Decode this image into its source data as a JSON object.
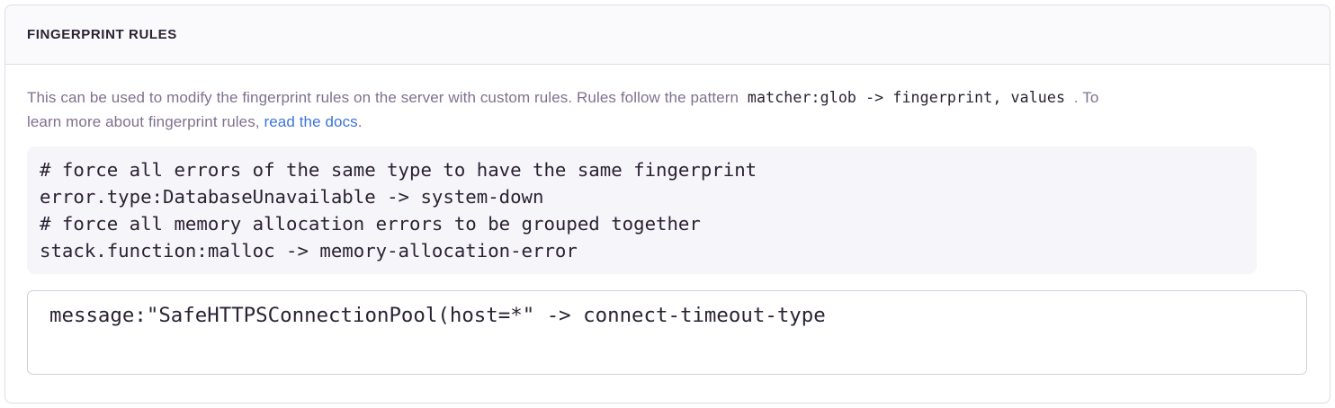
{
  "panel": {
    "title": "FINGERPRINT RULES",
    "description": {
      "part1": "This can be used to modify the fingerprint rules on the server with custom rules. Rules follow the pattern",
      "inline_code": "matcher:glob -> fingerprint, values",
      "part2": ". To",
      "part3": "learn more about fingerprint rules,",
      "link_label": "read the docs",
      "part4": "."
    },
    "code_example": "# force all errors of the same type to have the same fingerprint\nerror.type:DatabaseUnavailable -> system-down\n# force all memory allocation errors to be grouped together\nstack.function:malloc -> memory-allocation-error",
    "input_value": "message:\"SafeHTTPSConnectionPool(host=*\" -> connect-timeout-type"
  },
  "colors": {
    "heading_text": "#2b2233",
    "body_text": "#80708f",
    "link": "#3c74dd",
    "panel_border": "#e0dce5",
    "panel_header_bg": "#faf9fb",
    "code_block_bg": "#f6f5f9",
    "textarea_border": "#d4cdda"
  }
}
